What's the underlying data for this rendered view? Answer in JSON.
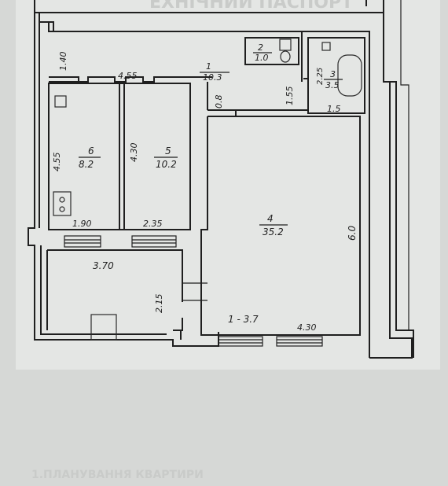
{
  "rooms": [
    {
      "id": "1",
      "area": "10.3"
    },
    {
      "id": "2",
      "area": "1.0"
    },
    {
      "id": "3",
      "area": "3.5"
    },
    {
      "id": "4",
      "area": "35.2"
    },
    {
      "id": "5",
      "area": "10.2"
    },
    {
      "id": "6",
      "area": "8.2"
    }
  ],
  "dimensions": {
    "top_left_vertical": "1.40",
    "top_width": "4.55",
    "bath_height": "2.25",
    "bath_width": "1.5",
    "hall_mid_height": "1.55",
    "hall_left_height": "0.8",
    "room6_height": "4.55",
    "room5_height": "4.30",
    "room6_width": "1.90",
    "room5_width": "2.35",
    "kitchen_width": "3.70",
    "kitchen_height": "2.15",
    "room4_height": "6.0",
    "room4_width": "4.30",
    "room4_left_label": "1 - 3.7"
  },
  "faint_text": {
    "top_header": "ЕХНІЧНИЙ ПАСПОРТ",
    "bottom_header": "1.ПЛАНУВАННЯ КВАРТИРИ"
  }
}
